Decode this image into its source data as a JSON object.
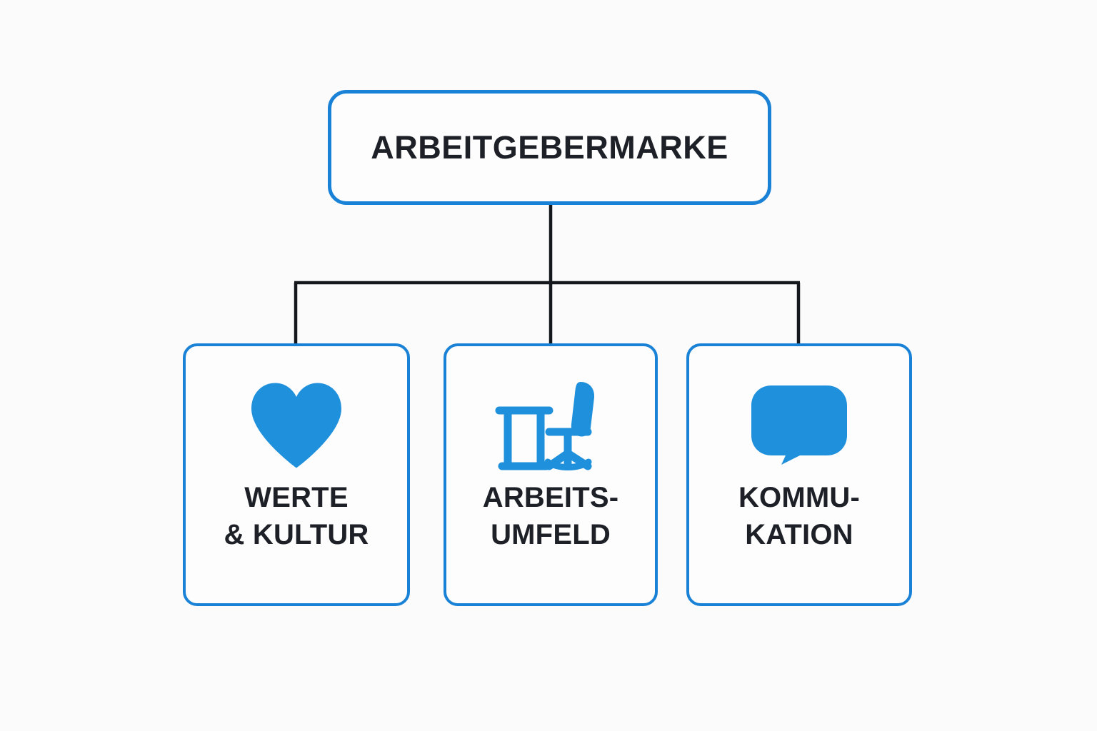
{
  "diagram": {
    "title_node": {
      "label": "ARBEITGEBERMARKE",
      "border_color": "#1a82d6",
      "text_color": "#1d2127"
    },
    "children": [
      {
        "icon": "heart-icon",
        "label_line1": "WERTE",
        "label_line2": "& KULTUR",
        "icon_color": "#1f90dc",
        "border_color": "#1a82d6"
      },
      {
        "icon": "desk-chair-icon",
        "label_line1": "ARBEITS-",
        "label_line2": "UMFELD",
        "icon_color": "#1f90dc",
        "border_color": "#1a82d6"
      },
      {
        "icon": "speech-bubble-icon",
        "label_line1": "KOMMU-",
        "label_line2": "KATION",
        "icon_color": "#1f90dc",
        "border_color": "#1a82d6"
      }
    ],
    "connector_color": "#14181c",
    "background_color": "#fbfbfb"
  }
}
